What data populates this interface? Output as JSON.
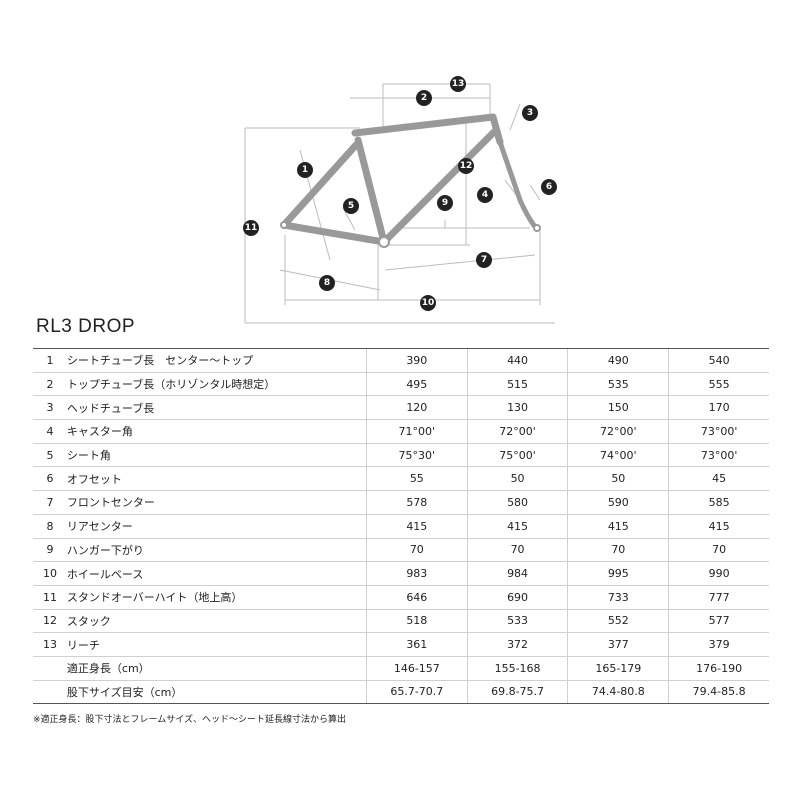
{
  "title": "RL3 DROP",
  "diagram": {
    "badges": [
      "1",
      "2",
      "3",
      "4",
      "5",
      "6",
      "7",
      "8",
      "9",
      "10",
      "11",
      "12",
      "13"
    ]
  },
  "table": {
    "rows": [
      {
        "num": "1",
        "label": "シートチューブ長　センター〜トップ",
        "values": [
          "390",
          "440",
          "490",
          "540"
        ]
      },
      {
        "num": "2",
        "label": "トップチューブ長（ホリゾンタル時想定）",
        "values": [
          "495",
          "515",
          "535",
          "555"
        ]
      },
      {
        "num": "3",
        "label": "ヘッドチューブ長",
        "values": [
          "120",
          "130",
          "150",
          "170"
        ]
      },
      {
        "num": "4",
        "label": "キャスター角",
        "values": [
          "71°00'",
          "72°00'",
          "72°00'",
          "73°00'"
        ]
      },
      {
        "num": "5",
        "label": "シート角",
        "values": [
          "75°30'",
          "75°00'",
          "74°00'",
          "73°00'"
        ]
      },
      {
        "num": "6",
        "label": "オフセット",
        "values": [
          "55",
          "50",
          "50",
          "45"
        ]
      },
      {
        "num": "7",
        "label": "フロントセンター",
        "values": [
          "578",
          "580",
          "590",
          "585"
        ]
      },
      {
        "num": "8",
        "label": "リアセンター",
        "values": [
          "415",
          "415",
          "415",
          "415"
        ]
      },
      {
        "num": "9",
        "label": "ハンガー下がり",
        "values": [
          "70",
          "70",
          "70",
          "70"
        ]
      },
      {
        "num": "10",
        "label": "ホイールベース",
        "values": [
          "983",
          "984",
          "995",
          "990"
        ]
      },
      {
        "num": "11",
        "label": "スタンドオーバーハイト（地上高）",
        "values": [
          "646",
          "690",
          "733",
          "777"
        ]
      },
      {
        "num": "12",
        "label": "スタック",
        "values": [
          "518",
          "533",
          "552",
          "577"
        ]
      },
      {
        "num": "13",
        "label": "リーチ",
        "values": [
          "361",
          "372",
          "377",
          "379"
        ]
      },
      {
        "num": "",
        "label": "適正身長（cm）",
        "values": [
          "146-157",
          "155-168",
          "165-179",
          "176-190"
        ]
      },
      {
        "num": "",
        "label": "股下サイズ目安（cm）",
        "values": [
          "65.7-70.7",
          "69.8-75.7",
          "74.4-80.8",
          "79.4-85.8"
        ]
      }
    ]
  },
  "note": "※適正身長：股下寸法とフレームサイズ、ヘッド〜シート延長線寸法から算出"
}
